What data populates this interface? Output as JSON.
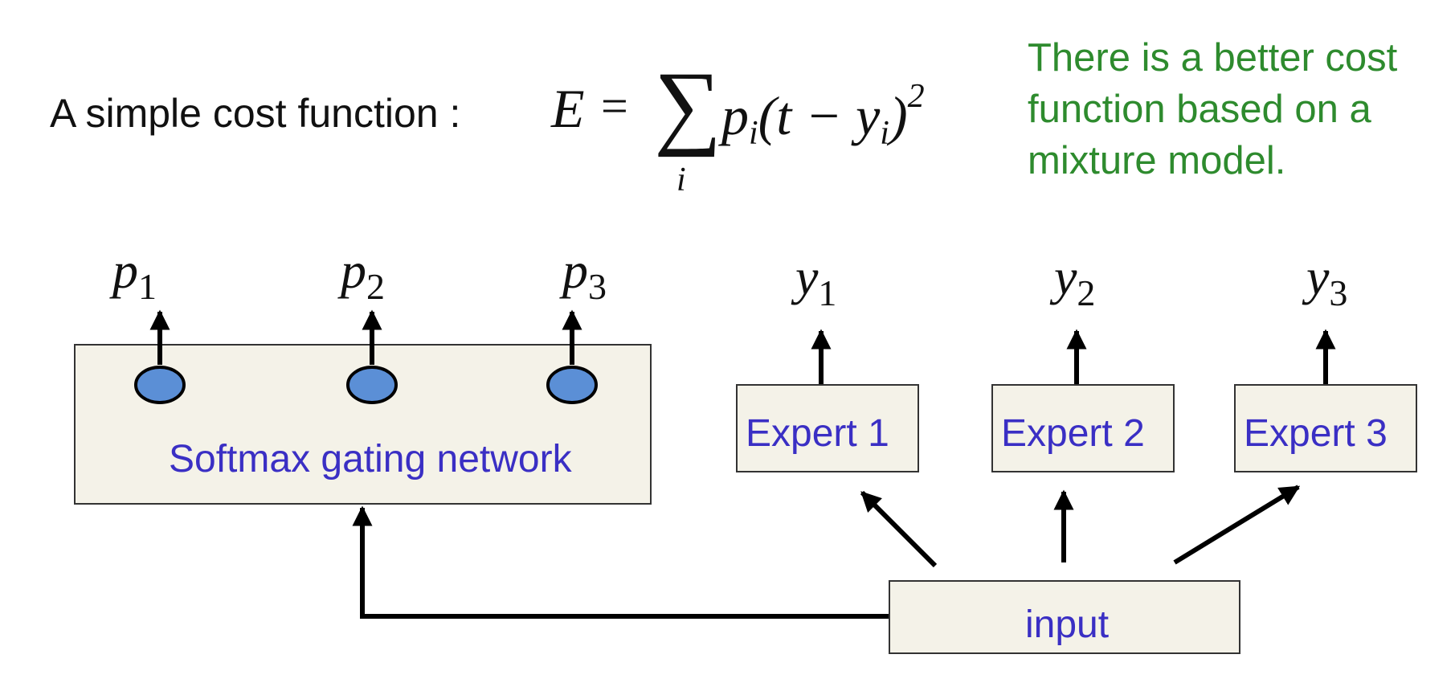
{
  "header": {
    "cost_label": "A simple cost function :",
    "equation": {
      "lhs": "E",
      "equals": "=",
      "sum_symbol": "∑",
      "sum_index": "i",
      "term_p": "p",
      "term_p_sub": "i",
      "term_open": "(t − y",
      "term_y_sub": "i",
      "term_close": ")",
      "power": "2"
    },
    "note": "There is a better cost function based on a mixture model."
  },
  "gating": {
    "label": "Softmax gating network",
    "outputs": [
      {
        "var": "p",
        "sub": "1"
      },
      {
        "var": "p",
        "sub": "2"
      },
      {
        "var": "p",
        "sub": "3"
      }
    ]
  },
  "experts": [
    {
      "label": "Expert 1",
      "var": "y",
      "sub": "1"
    },
    {
      "label": "Expert 2",
      "var": "y",
      "sub": "2"
    },
    {
      "label": "Expert 3",
      "var": "y",
      "sub": "3"
    }
  ],
  "input": {
    "label": "input"
  },
  "colors": {
    "box_fill": "#f4f2e8",
    "label_text": "#3a2fc4",
    "node_fill": "#5b8fd6",
    "note_text": "#2e8b2e"
  }
}
